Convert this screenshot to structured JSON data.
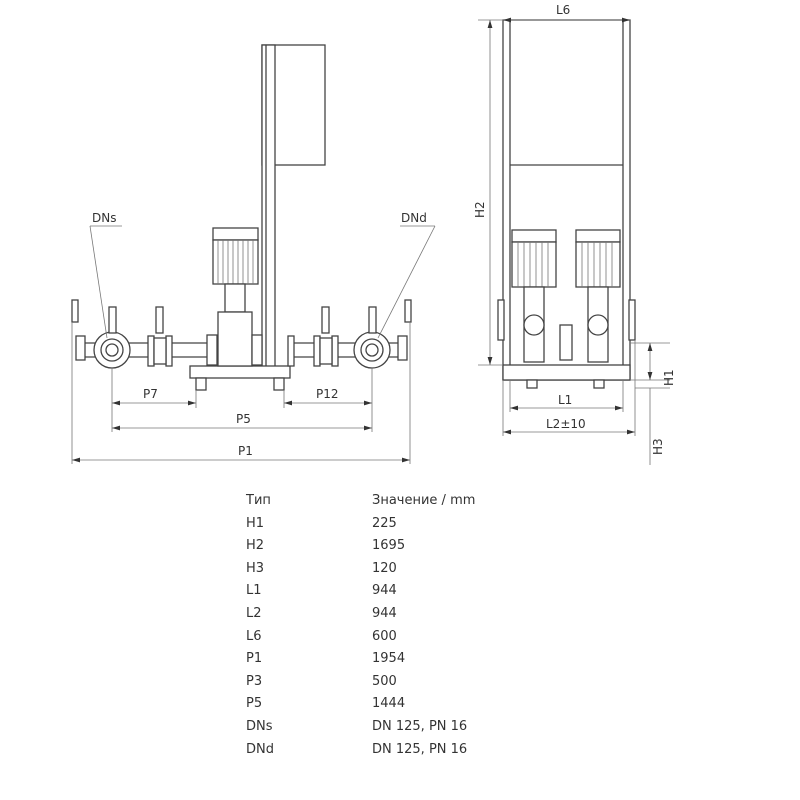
{
  "drawing": {
    "front_view_labels": {
      "dns": "DNs",
      "dnd": "DNd",
      "p7": "P7",
      "p12": "P12",
      "p5": "P5",
      "p1": "P1"
    },
    "side_view_labels": {
      "l6": "L6",
      "h2": "H2",
      "h1": "H1",
      "h3": "H3",
      "l1": "L1",
      "l2": "L2±10"
    }
  },
  "table": {
    "header": {
      "type": "Тип",
      "value": "Значение / mm"
    },
    "rows": [
      {
        "type": "H1",
        "value": "225"
      },
      {
        "type": "H2",
        "value": "1695"
      },
      {
        "type": "H3",
        "value": "120"
      },
      {
        "type": "L1",
        "value": "944"
      },
      {
        "type": "L2",
        "value": "944"
      },
      {
        "type": "L6",
        "value": "600"
      },
      {
        "type": "P1",
        "value": "1954"
      },
      {
        "type": "P3",
        "value": "500"
      },
      {
        "type": "P5",
        "value": "1444"
      },
      {
        "type": "DNs",
        "value": "DN 125, PN 16"
      },
      {
        "type": "DNd",
        "value": "DN 125, PN 16"
      }
    ]
  }
}
